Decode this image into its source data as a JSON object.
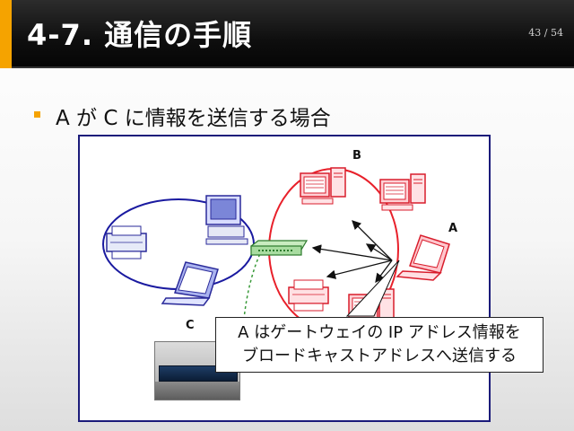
{
  "slide": {
    "title": "4-7. 通信の手順",
    "page_counter": "43 / 54",
    "bullet": "A が C に情報を送信する場合",
    "accent_color": "#f5a300"
  },
  "diagram": {
    "node_labels": {
      "b": "B",
      "a": "A",
      "c": "C"
    },
    "callout_lines": [
      "A はゲートウェイの IP アドレス情報を",
      "ブロードキャストアドレスへ送信する"
    ],
    "network_left_color": "#1a1aa0",
    "network_right_color": "#e8202a",
    "link_color": "#3a9a3a"
  }
}
